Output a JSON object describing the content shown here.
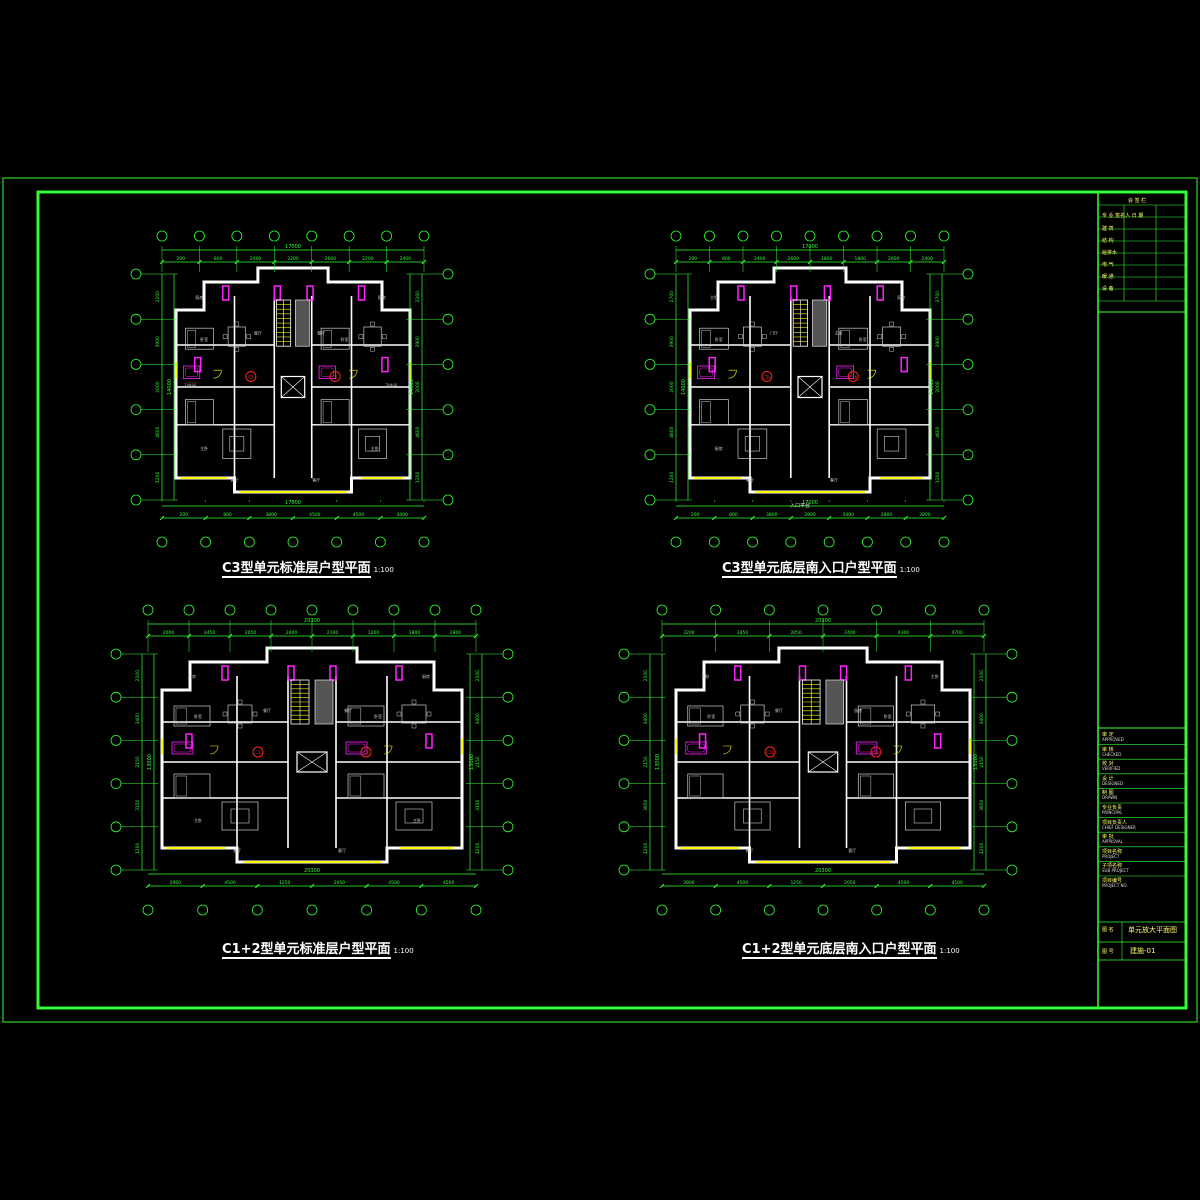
{
  "colors": {
    "frame": "#33ff33",
    "dim": "#33ff33",
    "wall": "#ffffff",
    "furniture": "#cccccc",
    "accent": "#ff22ff",
    "window": "#ffff00",
    "axis_bubble": "#33ff33",
    "unit_tag": "#ff2222",
    "stair": "#ffff00"
  },
  "plans": [
    {
      "id": "c3-standard",
      "title": "C3型单元标准层户型平面",
      "scale": "1:100",
      "unit_tags": [
        "C3",
        "C3"
      ],
      "top_total": "17000",
      "top_dims": [
        "200",
        "800",
        "2400",
        "2200",
        "2600",
        "2200",
        "2400"
      ],
      "bottom_total": "17000",
      "bottom_dims": [
        "200",
        "800",
        "3800",
        "4500",
        "4500",
        "3400"
      ],
      "side_total": "14000",
      "left_dims": [
        "2100",
        "3900",
        "2000",
        "4600",
        "1200"
      ],
      "room_labels": [
        "卧室",
        "卧室",
        "客厅",
        "客厅",
        "餐厅",
        "餐厅",
        "厨房",
        "厨房",
        "主卧",
        "主卧",
        "卫生间",
        "卫生间"
      ]
    },
    {
      "id": "c3-ground",
      "title": "C3型单元底层南入口户型平面",
      "scale": "1:100",
      "unit_tags": [
        "C3a",
        "C3b"
      ],
      "top_total": "17000",
      "top_dims": [
        "200",
        "800",
        "2400",
        "2600",
        "1800",
        "1800",
        "2600",
        "2400"
      ],
      "bottom_total": "17000",
      "bottom_dims": [
        "200",
        "800",
        "3800",
        "2800",
        "3400",
        "2800",
        "3800"
      ],
      "side_total": "14000",
      "left_dims": [
        "2700",
        "3900",
        "2000",
        "4600",
        "1200"
      ],
      "room_labels": [
        "卧室",
        "卧室",
        "客厅",
        "客厅",
        "门厅",
        "主卧",
        "主卧",
        "厨房",
        "厨房"
      ],
      "entry_label": "入口平台"
    },
    {
      "id": "c12-standard",
      "title": "C1+2型单元标准层户型平面",
      "scale": "1:100",
      "unit_tags": [
        "C1",
        "C2"
      ],
      "top_total": "20300",
      "top_dims": [
        "2000",
        "3450",
        "2050",
        "2400",
        "2100",
        "1200",
        "1800",
        "2800"
      ],
      "bottom_total": "20300",
      "bottom_dims": [
        "2900",
        "4500",
        "1250",
        "2050",
        "4500",
        "4500"
      ],
      "side_total": "13000",
      "left_dims": [
        "2100",
        "3400",
        "2150",
        "3150",
        "1200"
      ],
      "room_labels": [
        "卧室",
        "卧室",
        "客厅",
        "客厅",
        "餐厅",
        "餐厅",
        "厨房",
        "厨房",
        "主卧",
        "主卧"
      ]
    },
    {
      "id": "c12-ground",
      "title": "C1+2型单元底层南入口户型平面",
      "scale": "1:100",
      "unit_tags": [
        "C1a",
        "C2a"
      ],
      "top_total": "20300",
      "top_dims": [
        "3200",
        "3450",
        "2050",
        "2400",
        "4300",
        "4700"
      ],
      "bottom_total": "20300",
      "bottom_dims": [
        "3900",
        "4500",
        "1250",
        "2050",
        "4500",
        "4500"
      ],
      "side_total": "13000",
      "left_dims": [
        "2100",
        "3400",
        "2150",
        "3950",
        "1200"
      ],
      "room_labels": [
        "卧室",
        "卧室",
        "客厅",
        "客厅",
        "餐厅",
        "厨房",
        "主卧",
        "主卧"
      ]
    }
  ],
  "title_block": {
    "header_rows": [
      "会 签 栏",
      "专 业 签名人 日 期",
      "建 筑",
      "结 构",
      "给排水",
      "电 气",
      "暖 通",
      "设 备"
    ],
    "rows": [
      {
        "cn": "审 定",
        "en": "APPROVED"
      },
      {
        "cn": "审 核",
        "en": "CHECKED"
      },
      {
        "cn": "校 对",
        "en": "VERIFIED"
      },
      {
        "cn": "设 计",
        "en": "DESIGNED"
      },
      {
        "cn": "制 图",
        "en": "DRAWN"
      },
      {
        "cn": "专业负责",
        "en": "PRINCIPAL"
      },
      {
        "cn": "项目负责人",
        "en": "CHIEF DESIGNER"
      },
      {
        "cn": "审 批",
        "en": "APPROVAL"
      },
      {
        "cn": "项目名称",
        "en": "PROJECT"
      },
      {
        "cn": "子项名称",
        "en": "SUB PROJECT"
      },
      {
        "cn": "项目编号",
        "en": "PROJECT NO."
      }
    ],
    "drawing_title_label": "图 名",
    "drawing_title": "单元放大平面图",
    "drawing_no_label": "图 号",
    "drawing_no": "建施-01"
  }
}
